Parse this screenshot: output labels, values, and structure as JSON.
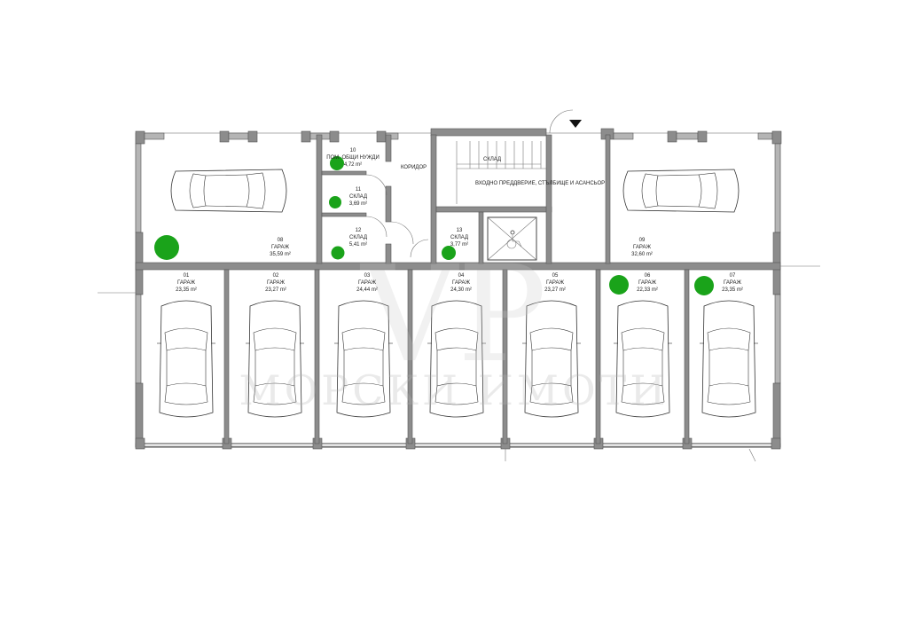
{
  "colors": {
    "marker": "#1aa31a",
    "wall": "#8c8c8c"
  },
  "watermark": {
    "logo": "VP",
    "text": "МОРСКИ ИМОТИ"
  },
  "rooms": [
    {
      "id": "r08",
      "number": "08",
      "name": "ГАРАЖ",
      "area": "35,59 m²"
    },
    {
      "id": "r09",
      "number": "09",
      "name": "ГАРАЖ",
      "area": "32,60 m²"
    },
    {
      "id": "r10",
      "number": "10",
      "name": "ПОМ. ОБЩИ НУЖДИ",
      "area": "4,72 m²"
    },
    {
      "id": "r11",
      "number": "11",
      "name": "СКЛАД",
      "area": "3,69 m²"
    },
    {
      "id": "r12",
      "number": "12",
      "name": "СКЛАД",
      "area": "5,41 m²"
    },
    {
      "id": "r13",
      "number": "13",
      "name": "СКЛАД",
      "area": "3,77 m²"
    },
    {
      "id": "r01",
      "number": "01",
      "name": "ГАРАЖ",
      "area": "23,35 m²"
    },
    {
      "id": "r02",
      "number": "02",
      "name": "ГАРАЖ",
      "area": "23,27 m²"
    },
    {
      "id": "r03",
      "number": "03",
      "name": "ГАРАЖ",
      "area": "24,44 m²"
    },
    {
      "id": "r04",
      "number": "04",
      "name": "ГАРАЖ",
      "area": "24,30 m²"
    },
    {
      "id": "r05",
      "number": "05",
      "name": "ГАРАЖ",
      "area": "23,27 m²"
    },
    {
      "id": "r06",
      "number": "06",
      "name": "ГАРАЖ",
      "area": "22,33 m²"
    },
    {
      "id": "r07",
      "number": "07",
      "name": "ГАРАЖ",
      "area": "23,35 m²"
    }
  ],
  "labels": {
    "corridor": "КОРИДОР",
    "storage": "СКЛАД",
    "lobby": "ВХОДНО ПРЕДДВЕРИЕ, СТЪЛБИЩЕ И АСАНСЬОР"
  }
}
